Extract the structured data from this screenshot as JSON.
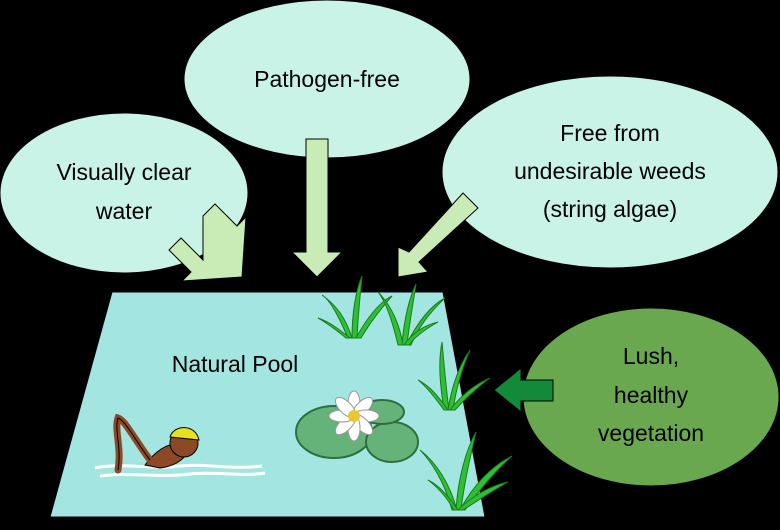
{
  "colors": {
    "background": "#000000",
    "bubble_fill": "#c9f3e6",
    "arrow_fill": "#c9ecb7",
    "pool_water": "#a3e6e1",
    "green_bubble": "#6aa84f",
    "green_arrow": "#138a3a",
    "grass": "#2fbf33",
    "lily_pad": "#66b37a"
  },
  "bubbles": {
    "visual": {
      "line1": "Visually clear",
      "line2": "water"
    },
    "pathogen": {
      "line1": "Pathogen-free"
    },
    "weeds": {
      "line1": "Free from",
      "line2": "undesirable weeds",
      "line3": "(string algae)"
    },
    "vegetation": {
      "line1": "Lush,",
      "line2": "healthy",
      "line3": "vegetation"
    }
  },
  "pool": {
    "label": "Natural Pool"
  },
  "icons": [
    "swimmer-icon",
    "water-lily-icon",
    "grass-icon"
  ]
}
